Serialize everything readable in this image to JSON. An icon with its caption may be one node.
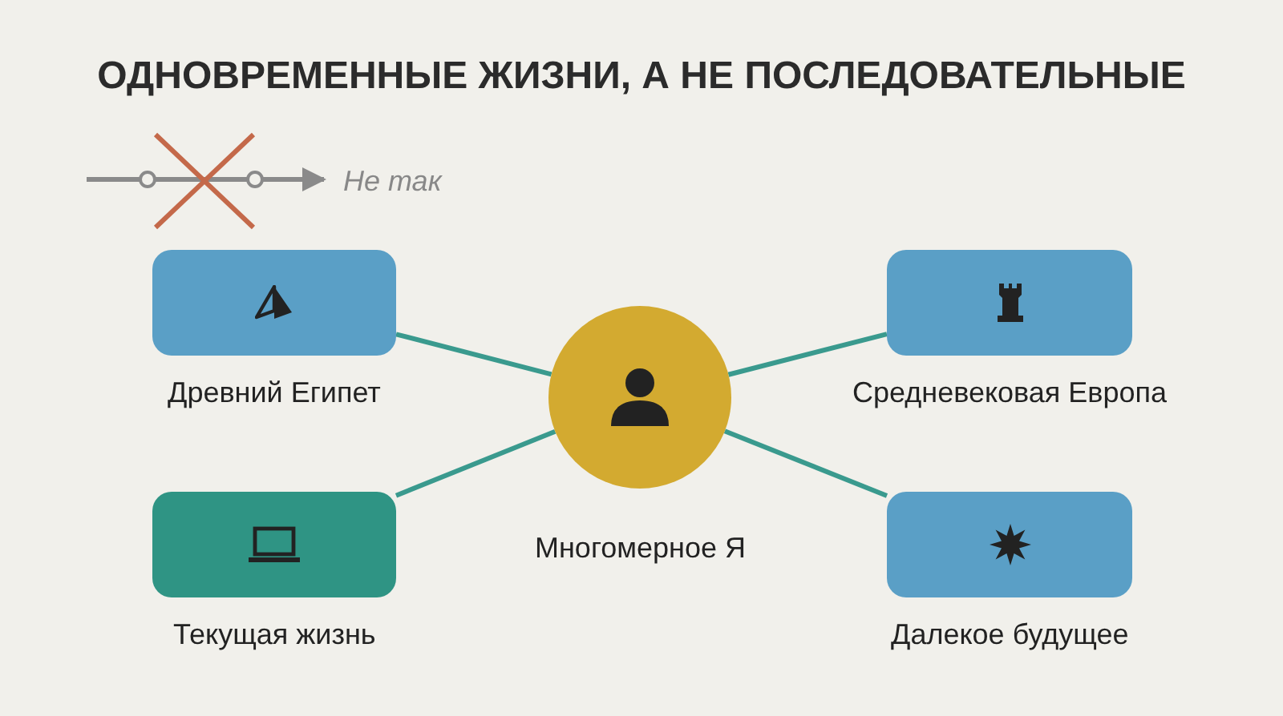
{
  "diagram": {
    "title": "ОДНОВРЕМЕННЫЕ ЖИЗНИ, А НЕ ПОСЛЕДОВАТЕЛЬНЫЕ",
    "nodes": [
      {
        "text": [
          "Древний Египет"
        ]
      },
      {
        "text": [
          "Средневековая Европа"
        ]
      },
      {
        "text": [
          "Многомерное Я"
        ]
      },
      {
        "text": [
          "Текущая жизнь"
        ]
      },
      {
        "text": [
          "Далекое будущее"
        ]
      }
    ],
    "edges": [
      {
        "from": 2,
        "to": 0,
        "arrow": "none"
      },
      {
        "from": 2,
        "to": 1,
        "arrow": "none"
      },
      {
        "from": 2,
        "to": 3,
        "arrow": "none"
      },
      {
        "from": 2,
        "to": 4,
        "arrow": "none"
      }
    ],
    "labels": [
      "Не так"
    ]
  }
}
